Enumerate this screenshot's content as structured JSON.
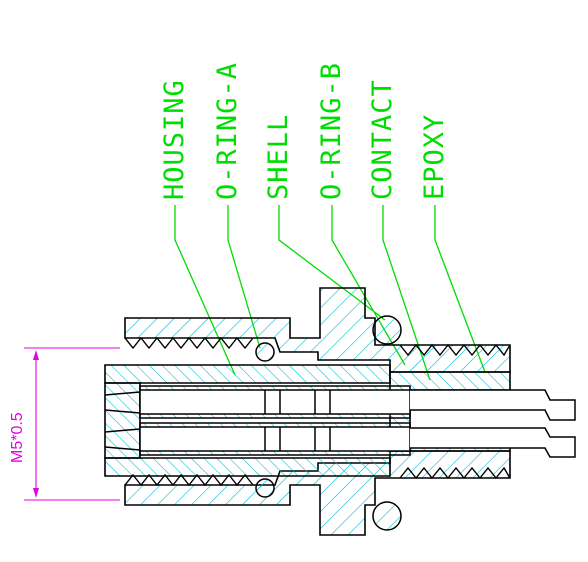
{
  "labels": [
    {
      "text": "HOUSING",
      "color": "#00dd00"
    },
    {
      "text": "O-RING-A",
      "color": "#00dd00"
    },
    {
      "text": "SHELL",
      "color": "#00dd00"
    },
    {
      "text": "O-RING-B",
      "color": "#00dd00"
    },
    {
      "text": "CONTACT",
      "color": "#00dd00"
    },
    {
      "text": "EPOXY",
      "color": "#00dd00"
    }
  ],
  "dimension": {
    "text": "M5*0.5",
    "color": "#e600e6"
  },
  "colors": {
    "outline": "#000000",
    "hatch": "#00bcd4",
    "leader": "#00dd00"
  }
}
